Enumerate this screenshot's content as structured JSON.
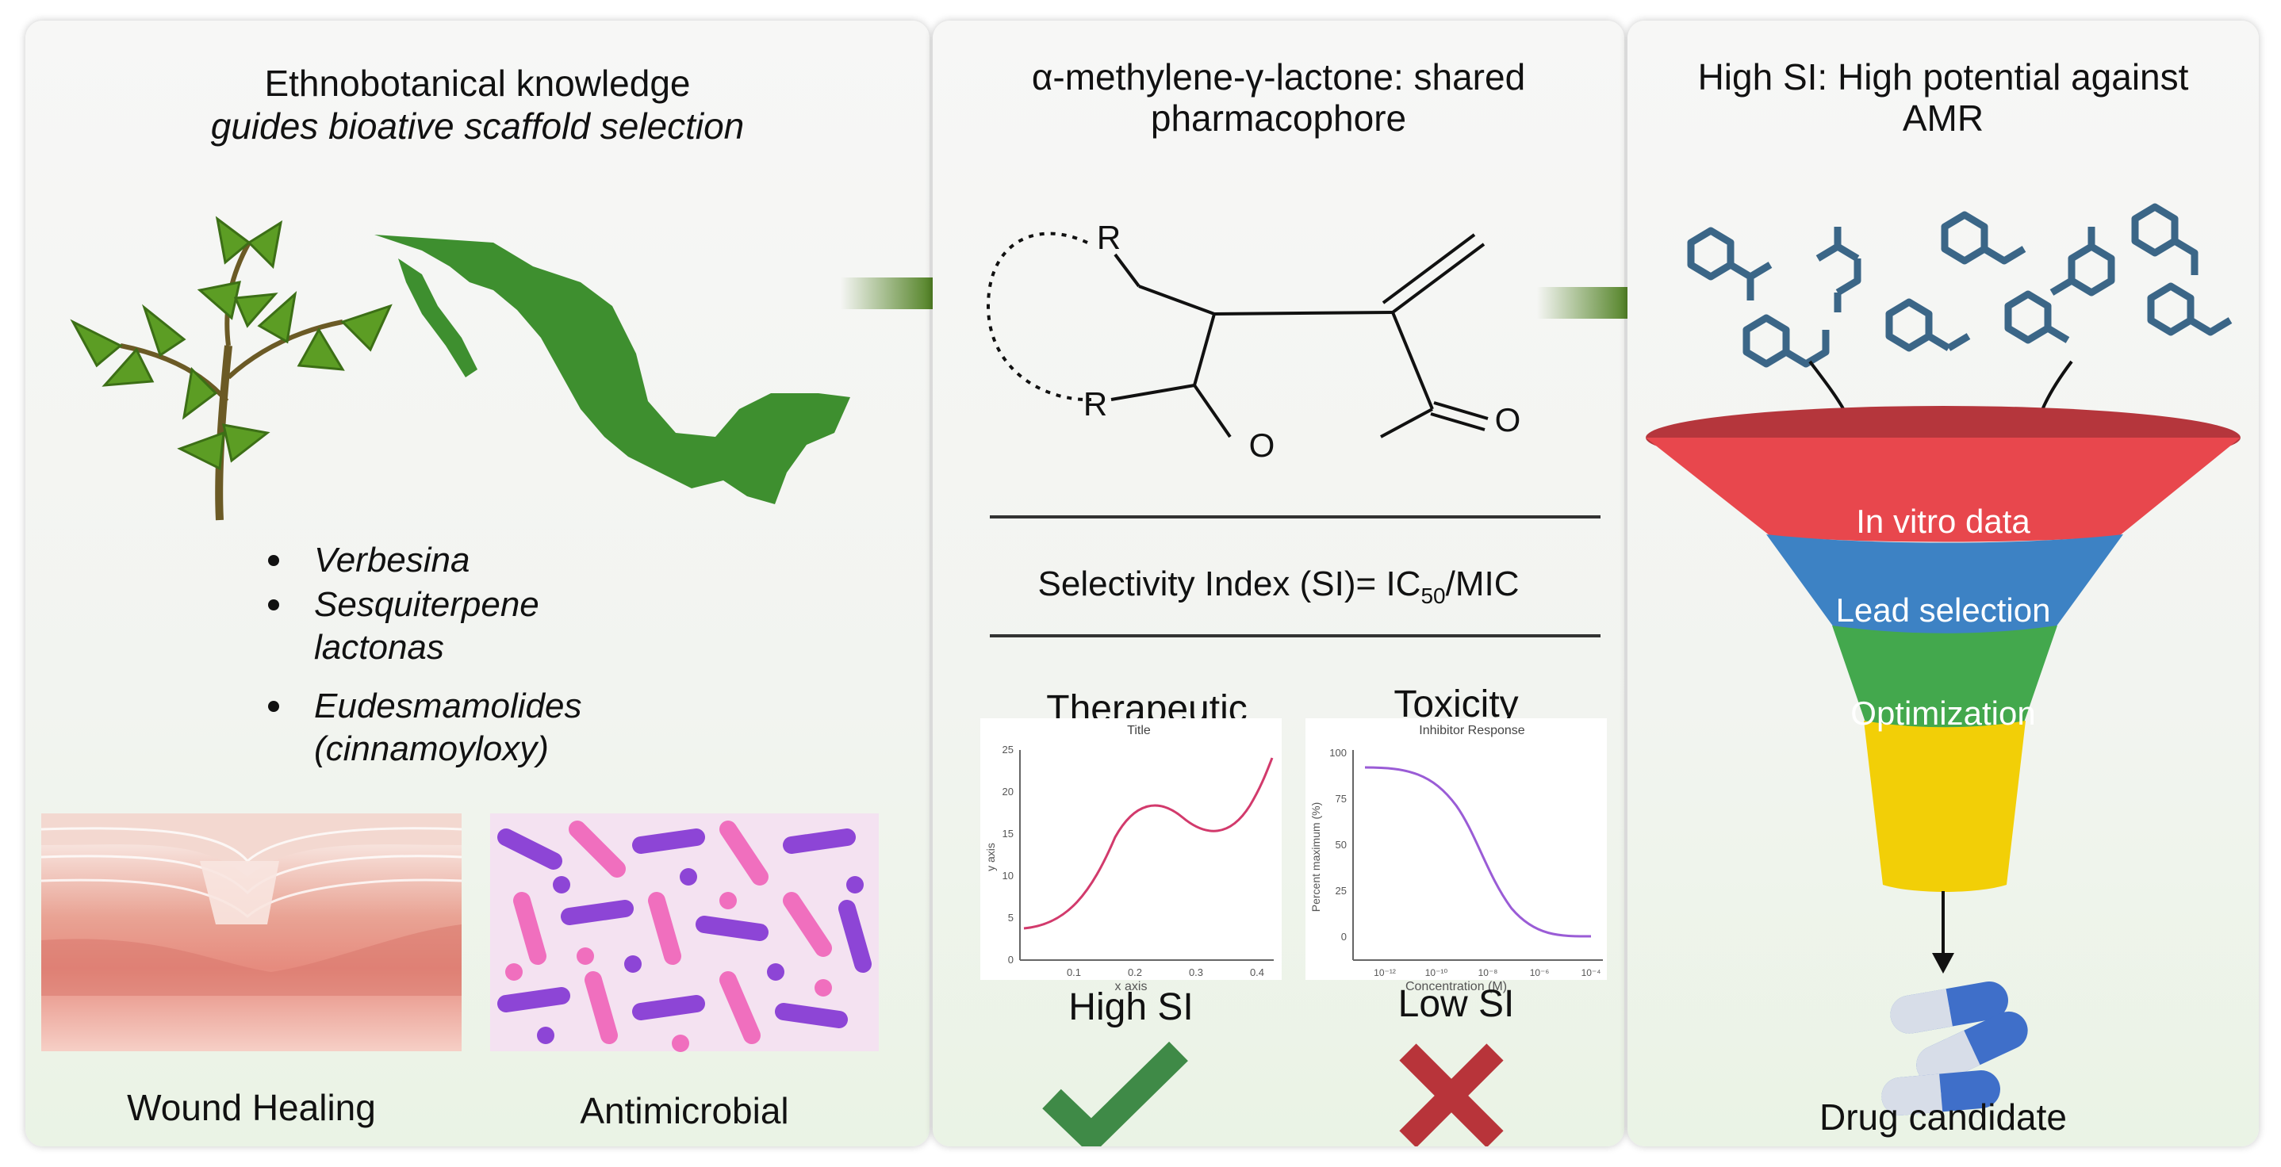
{
  "panel1": {
    "title_line1": "Ethnobotanical knowledge",
    "title_line2": "guides bioative scaffold selection",
    "bullets": [
      "Verbesina",
      "Sesquiterpene",
      "lactonas",
      "Eudesmamolides",
      "(cinnamoyloxy)"
    ],
    "image_labels": {
      "wound": "Wound Healing",
      "antimicrobial": "Antimicrobial"
    }
  },
  "panel2": {
    "title_line1": "α-methylene-γ-lactone: shared",
    "title_line2": "pharmacophore",
    "structure": {
      "r_top": "R",
      "r_bottom": "R",
      "ring_oxygen": "O",
      "carbonyl_oxygen": "O"
    },
    "si_formula": {
      "prefix": "Selectivity Index (SI)= IC",
      "subscript": "50",
      "suffix": "/MIC"
    },
    "therapeutic": {
      "heading": "Therapeutic",
      "mini_title": "Title",
      "y_axis": "y axis",
      "x_axis": "x axis",
      "y_ticks": [
        "0",
        "5",
        "10",
        "15",
        "20",
        "25"
      ],
      "x_ticks": [
        "0.1",
        "0.2",
        "0.3",
        "0.4"
      ],
      "verdict": "High SI"
    },
    "toxicity": {
      "heading": "Toxicity",
      "mini_title": "Inhibitor Response",
      "y_axis": "Percent maximum (%)",
      "x_axis": "Concentration (M)",
      "y_ticks": [
        "0",
        "25",
        "50",
        "75",
        "100"
      ],
      "x_ticks": [
        "10⁻¹²",
        "10⁻¹⁰",
        "10⁻⁸",
        "10⁻⁶",
        "10⁻⁴"
      ],
      "verdict": "Low SI"
    }
  },
  "panel3": {
    "title_line1": "High SI: High potential against",
    "title_line2": "AMR",
    "funnel_stages": [
      "In vitro data",
      "Lead selection",
      "Optimization"
    ],
    "funnel_colors": [
      "#e8474d",
      "#3d82c4",
      "#43a84d",
      "#f2cf07"
    ],
    "result": "Drug candidate"
  },
  "colors": {
    "arrow": "#4b7d1c",
    "check": "#3f8a47",
    "cross": "#b8343a",
    "molecule": "#3b6687",
    "plant": "#5a9a22",
    "map": "#3e8f2f"
  }
}
